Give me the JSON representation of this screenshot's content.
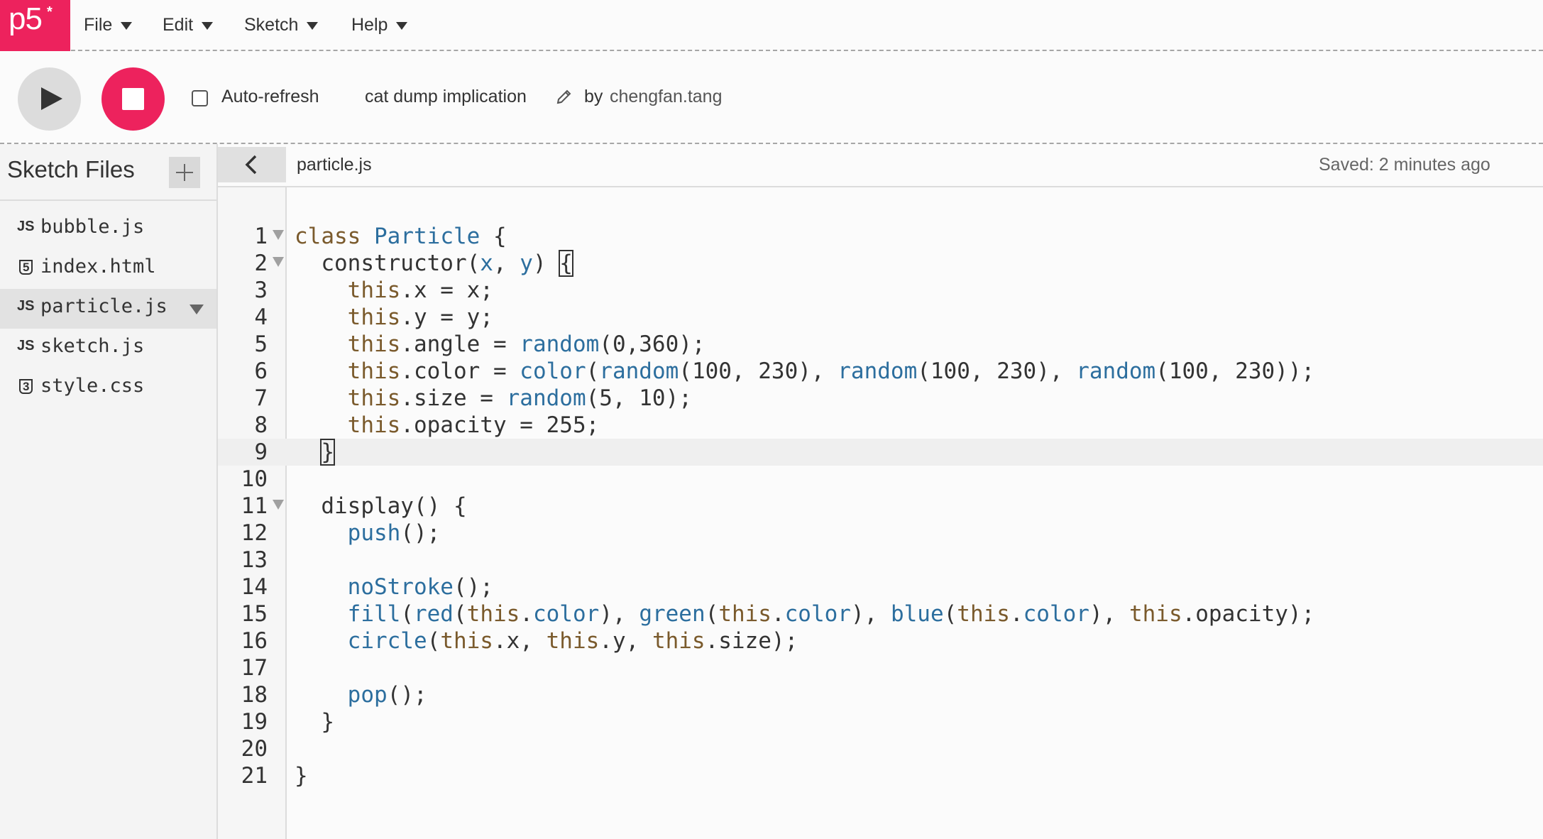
{
  "nav": {
    "logo": "p5",
    "logo_star": "*",
    "menus": [
      "File",
      "Edit",
      "Sketch",
      "Help"
    ]
  },
  "toolbar": {
    "auto_refresh_label": "Auto-refresh",
    "auto_refresh_checked": false,
    "sketch_name": "cat dump implication",
    "by_label": "by",
    "author": "chengfan.tang"
  },
  "sidebar": {
    "title": "Sketch Files",
    "files": [
      {
        "name": "bubble.js",
        "icon": "js-icon",
        "icon_text": "JS",
        "active": false
      },
      {
        "name": "index.html",
        "icon": "html-icon",
        "icon_text": "5",
        "active": false
      },
      {
        "name": "particle.js",
        "icon": "js-icon",
        "icon_text": "JS",
        "active": true
      },
      {
        "name": "sketch.js",
        "icon": "js-icon",
        "icon_text": "JS",
        "active": false
      },
      {
        "name": "style.css",
        "icon": "css-icon",
        "icon_text": "3",
        "active": false
      }
    ]
  },
  "editor": {
    "filename": "particle.js",
    "saved_status": "Saved: 2 minutes ago",
    "active_line": 9,
    "lines": [
      "class Particle {",
      "  constructor(x, y) {",
      "    this.x = x;",
      "    this.y = y;",
      "    this.angle = random(0,360);",
      "    this.color = color(random(100, 230), random(100, 230), random(100, 230));",
      "    this.size = random(5, 10);",
      "    this.opacity = 255;",
      "  }",
      "",
      "  display() {",
      "    push();",
      "",
      "    noStroke();",
      "    fill(red(this.color), green(this.color), blue(this.color), this.opacity);",
      "    circle(this.x, this.y, this.size);",
      "",
      "    pop();",
      "  }",
      "",
      "}"
    ]
  },
  "colors": {
    "accent": "#ed225d",
    "keyword": "#7a5a2c",
    "function": "#2c6e9e"
  }
}
